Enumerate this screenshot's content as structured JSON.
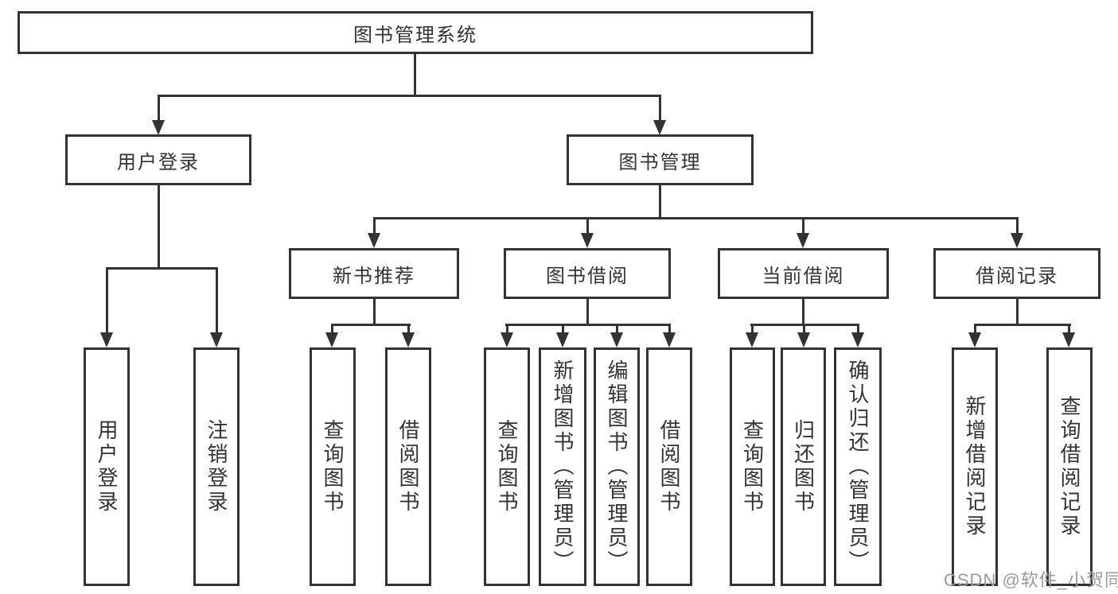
{
  "nodes": {
    "root": "图书管理系统",
    "level2": [
      "用户登录",
      "图书管理"
    ],
    "level3": [
      "新书推荐",
      "图书借阅",
      "当前借阅",
      "借阅记录"
    ],
    "leaves": {
      "login": [
        "用户登录",
        "注销登录"
      ],
      "newbook": [
        "查询图书",
        "借阅图书"
      ],
      "borrow": [
        "查询图书",
        "新增图书（管理员）",
        "编辑图书（管理员）",
        "借阅图书"
      ],
      "current": [
        "查询图书",
        "归还图书",
        "确认归还（管理员）"
      ],
      "records": [
        "新增借阅记录",
        "查询借阅记录"
      ]
    }
  },
  "watermark": "CSDN @软件_小贺同学",
  "colors": {
    "line": "#333333",
    "text": "#333333",
    "watermark": "#9b9b9b",
    "background": "#ffffff"
  }
}
